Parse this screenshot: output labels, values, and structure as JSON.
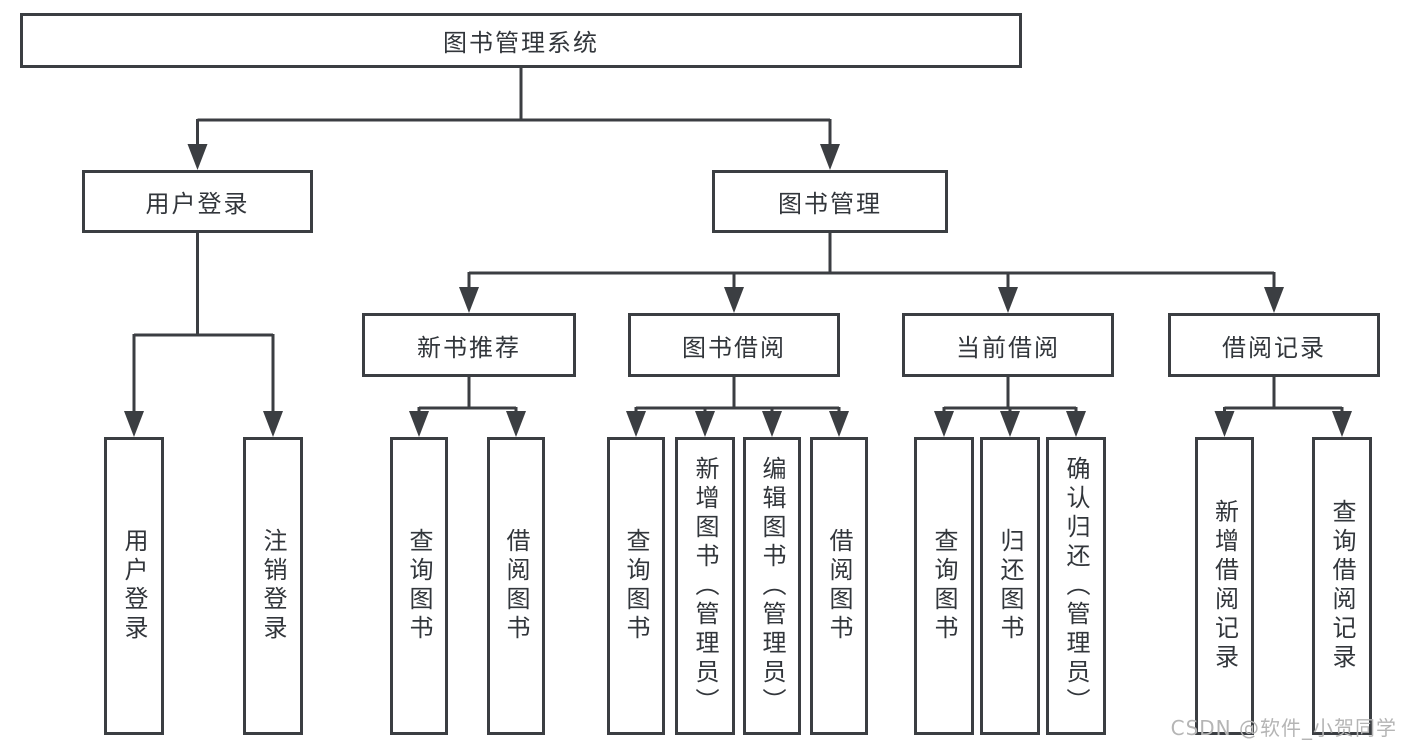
{
  "colors": {
    "background": "#ffffff",
    "box_border": "#3b3e42",
    "connector_line": "#3b3e42",
    "text": "#32363b",
    "watermark": "#b5b5b5"
  },
  "watermark": {
    "text": "CSDN @软件_小贺同学"
  },
  "tree": {
    "root": {
      "label": "图书管理系统",
      "children": [
        {
          "label": "用户登录",
          "children": [
            {
              "label": "用户登录"
            },
            {
              "label": "注销登录"
            }
          ]
        },
        {
          "label": "图书管理",
          "children": [
            {
              "label": "新书推荐",
              "children": [
                {
                  "label": "查询图书"
                },
                {
                  "label": "借阅图书"
                }
              ]
            },
            {
              "label": "图书借阅",
              "children": [
                {
                  "label": "查询图书"
                },
                {
                  "label": "新增图书（管理员）"
                },
                {
                  "label": "编辑图书（管理员）"
                },
                {
                  "label": "借阅图书"
                }
              ]
            },
            {
              "label": "当前借阅",
              "children": [
                {
                  "label": "查询图书"
                },
                {
                  "label": "归还图书"
                },
                {
                  "label": "确认归还（管理员）"
                }
              ]
            },
            {
              "label": "借阅记录",
              "children": [
                {
                  "label": "新增借阅记录"
                },
                {
                  "label": "查询借阅记录"
                }
              ]
            }
          ]
        }
      ]
    }
  }
}
